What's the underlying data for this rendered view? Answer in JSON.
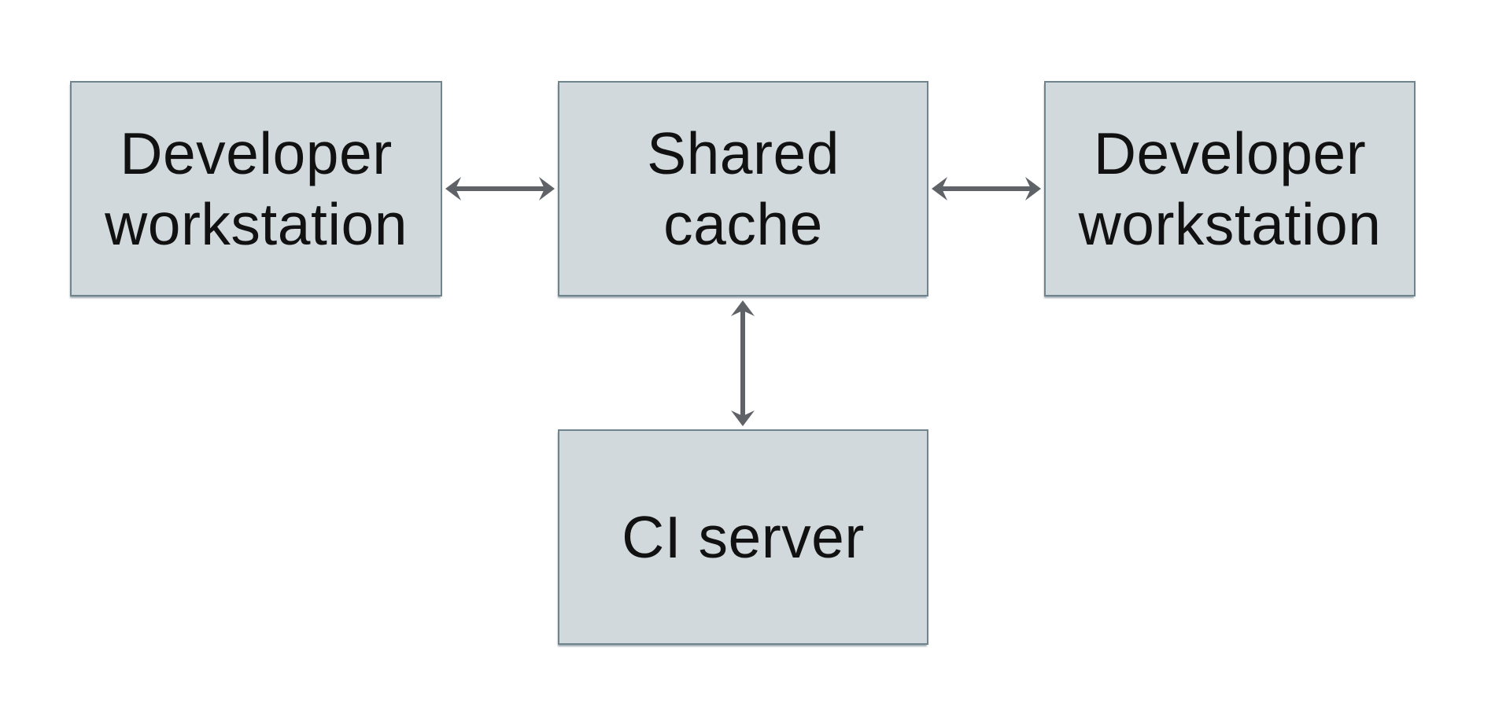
{
  "diagram": {
    "colors": {
      "background": "#ffffff",
      "node_fill": "#d2d9dd",
      "node_border": "#70848e",
      "arrow": "#5f6368",
      "text": "#111111"
    },
    "nodes": [
      {
        "id": "developer-workstation-left",
        "label": "Developer workstation",
        "label_lines": [
          "Developer",
          "workstation"
        ]
      },
      {
        "id": "shared-cache",
        "label": "Shared cache",
        "label_lines": [
          "Shared",
          "cache"
        ]
      },
      {
        "id": "developer-workstation-right",
        "label": "Developer workstation",
        "label_lines": [
          "Developer",
          "workstation"
        ]
      },
      {
        "id": "ci-server",
        "label": "CI server",
        "label_lines": [
          "CI server"
        ]
      }
    ],
    "edges": [
      {
        "from": "developer-workstation-left",
        "to": "shared-cache",
        "direction": "bidirectional"
      },
      {
        "from": "shared-cache",
        "to": "developer-workstation-right",
        "direction": "bidirectional"
      },
      {
        "from": "shared-cache",
        "to": "ci-server",
        "direction": "bidirectional"
      }
    ]
  }
}
